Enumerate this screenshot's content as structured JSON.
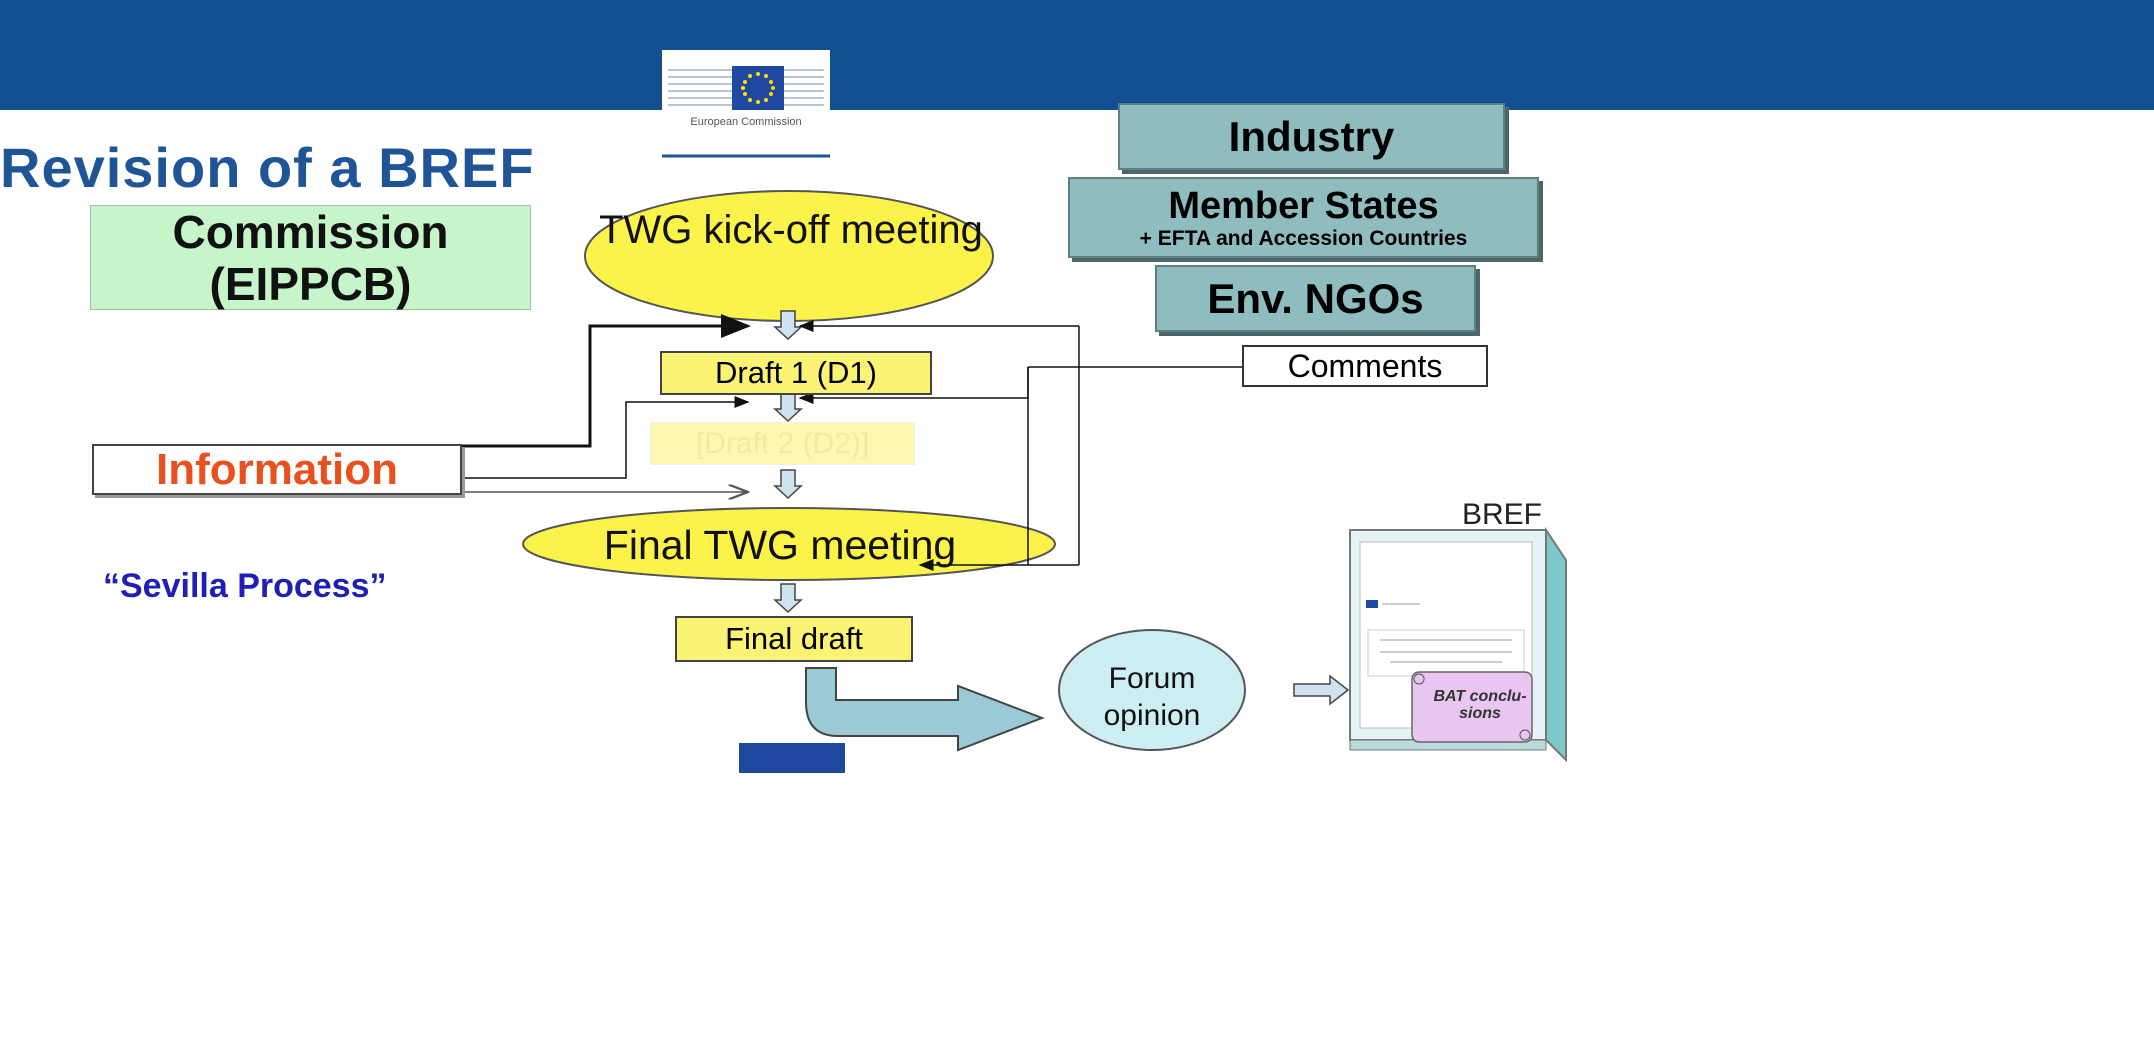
{
  "header": {
    "logo_text": "European Commission",
    "title": "Revision of a BREF"
  },
  "actors": {
    "commission": "Commission (EIPPCB)",
    "industry": "Industry",
    "member_states": "Member States",
    "member_states_sub": "+ EFTA and Accession Countries",
    "ngos": "Env. NGOs"
  },
  "flow": {
    "twg_kickoff": "TWG kick-off meeting",
    "draft1": "Draft 1 (D1)",
    "draft2": "[Draft 2 (D2)]",
    "final_meeting": "Final TWG meeting",
    "final_draft": "Final draft",
    "forum": "Forum opinion"
  },
  "inputs": {
    "information": "Information",
    "comments": "Comments"
  },
  "labels": {
    "sevilla": "“Sevilla Process”",
    "bref": "BREF",
    "bat": "BAT conclu- sions"
  },
  "colors": {
    "header_bar": "#134f91",
    "title": "#1f5596",
    "ellipse": "#fbf34a",
    "actor_box": "#8fbcbe",
    "commission_box": "#c5f5c8",
    "information_text": "#e8501e",
    "sevilla_text": "#1f1fb5"
  }
}
